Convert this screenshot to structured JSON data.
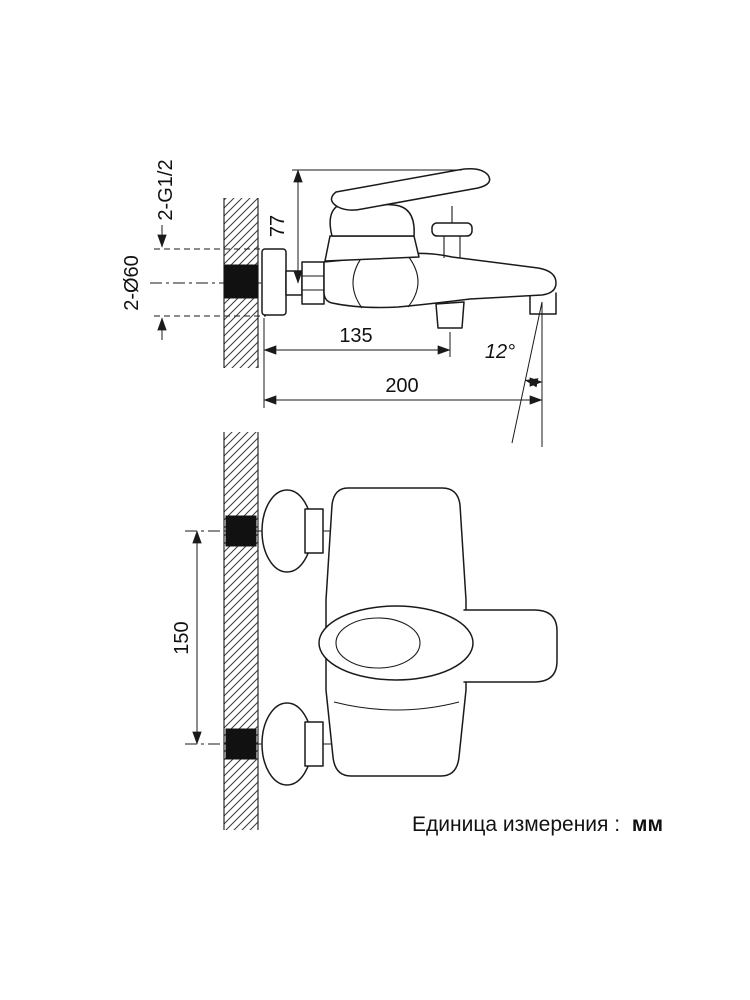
{
  "colors": {
    "line": "#1a1a1a",
    "background": "#ffffff"
  },
  "dims": {
    "thread": "2-G1/2",
    "h77": "77",
    "d60": "2-Ø60",
    "reach135": "135",
    "angle12": "12°",
    "reach200": "200",
    "spacing150": "150"
  },
  "note": {
    "label": "Единица измерения :",
    "unit": "мм"
  }
}
